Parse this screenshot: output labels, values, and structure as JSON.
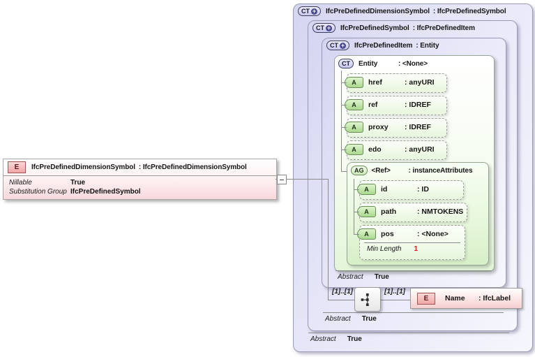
{
  "colors": {
    "complextype_fill": "#d9d9f4",
    "element_fill": "#f7d9dd",
    "attribute_fill": "#cdeab8",
    "facet_value_red": "#c42222",
    "line_gray": "#8a8a8a"
  },
  "element_box": {
    "badge": "E",
    "name": "IfcPreDefinedDimensionSymbol",
    "type": ": IfcPreDefinedDimensionSymbol",
    "properties": [
      {
        "label": "Nillable",
        "value": "True"
      },
      {
        "label": "Substitution Group",
        "value": "IfcPreDefinedSymbol"
      }
    ]
  },
  "boxes": {
    "outer": {
      "badge": "CT",
      "name": "IfcPreDefinedDimensionSymbol",
      "type": ": IfcPreDefinedSymbol",
      "abstract": {
        "label": "Abstract",
        "value": "True"
      }
    },
    "middle": {
      "badge": "CT",
      "name": "IfcPreDefinedSymbol",
      "type": ": IfcPreDefinedItem",
      "abstract": {
        "label": "Abstract",
        "value": "True"
      }
    },
    "inner": {
      "badge": "CT",
      "name": "IfcPreDefinedItem",
      "type": ": Entity",
      "abstract": {
        "label": "Abstract",
        "value": "True"
      }
    }
  },
  "entity": {
    "badge": "CT",
    "name": "Entity",
    "type": ": <None>",
    "attributes": [
      {
        "badge": "A",
        "name": "href",
        "type": ": anyURI"
      },
      {
        "badge": "A",
        "name": "ref",
        "type": ": IDREF"
      },
      {
        "badge": "A",
        "name": "proxy",
        "type": ": IDREF"
      },
      {
        "badge": "A",
        "name": "edo",
        "type": ": anyURI"
      }
    ]
  },
  "attribute_group": {
    "badge": "AG",
    "name": "<Ref>",
    "type": ": instanceAttributes",
    "attributes": [
      {
        "badge": "A",
        "name": "id",
        "type": ": ID"
      },
      {
        "badge": "A",
        "name": "path",
        "type": ": NMTOKENS"
      },
      {
        "badge": "A",
        "name": "pos",
        "type": ": <None>",
        "facet": {
          "label": "Min Length",
          "value": "1"
        }
      }
    ]
  },
  "sequence": {
    "left_cardinality": "[1]..[1]",
    "right_cardinality": "[1]..[1]"
  },
  "name_element": {
    "badge": "E",
    "name": "Name",
    "type": ": IfcLabel"
  }
}
